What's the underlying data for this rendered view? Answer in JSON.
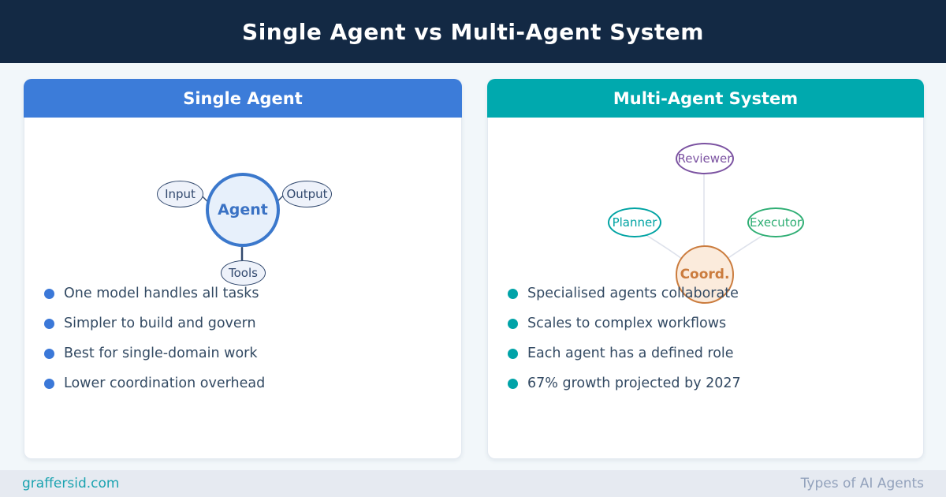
{
  "header": {
    "title": "Single Agent vs Multi-Agent System"
  },
  "colors": {
    "topbar_bg": "#132944",
    "left_accent": "#3C7CD9",
    "right_accent": "#00A9AE",
    "agent_node": "#3B78CC",
    "coord_node": "#CB7C3E",
    "reviewer_node": "#7B52A1",
    "planner_node": "#00A3A3",
    "executor_node": "#2FAE74",
    "bullet_text": "#334A63",
    "footer_bg": "#E6EAF1",
    "footer_site": "#1BA3B0",
    "footer_topic": "#93A2BC"
  },
  "left_card": {
    "title": "Single Agent",
    "diagram": {
      "center": "Agent",
      "input": "Input",
      "output": "Output",
      "tools": "Tools"
    },
    "bullets": [
      "One model handles all tasks",
      "Simpler to build and govern",
      "Best for single-domain work",
      "Lower coordination overhead"
    ]
  },
  "right_card": {
    "title": "Multi-Agent System",
    "diagram": {
      "center": "Coord.",
      "reviewer": "Reviewer",
      "planner": "Planner",
      "executor": "Executor"
    },
    "bullets": [
      "Specialised agents collaborate",
      "Scales to complex workflows",
      "Each agent has a defined role",
      "67% growth projected by 2027"
    ]
  },
  "footer": {
    "site": "graffersid.com",
    "topic": "Types of AI Agents"
  }
}
